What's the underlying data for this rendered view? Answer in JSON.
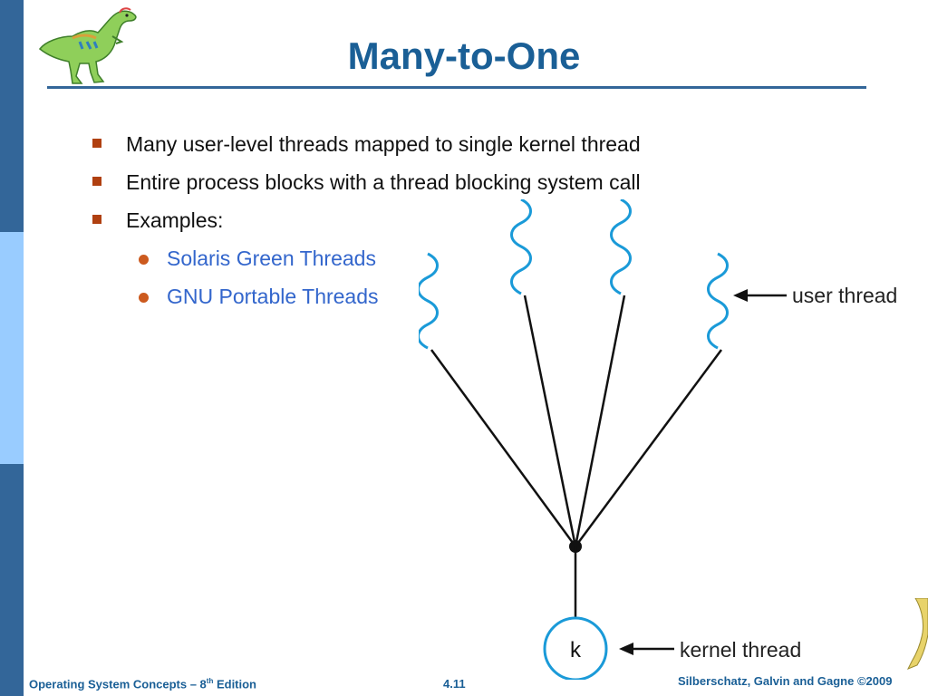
{
  "slide": {
    "title": "Many-to-One",
    "bullets": [
      "Many user-level threads mapped to single kernel thread",
      "Entire process blocks with a thread blocking system call",
      "Examples:"
    ],
    "examples": [
      "Solaris Green Threads",
      "GNU Portable Threads"
    ]
  },
  "diagram": {
    "user_thread_label": "user thread",
    "kernel_thread_label": "kernel thread",
    "kernel_node_label": "k",
    "user_thread_count": 4
  },
  "footer": {
    "book": "Operating System Concepts – 8",
    "book_sup": "th",
    "book_suffix": " Edition",
    "page": "4.11",
    "copyright": "Silberschatz, Galvin and Gagne ©2009"
  },
  "colors": {
    "sidebar_dark": "#336699",
    "sidebar_light": "#99ccff",
    "title": "#1a5f96",
    "bullet_square": "#b04010",
    "example_text": "#3366cc",
    "wave": "#1a9ad8"
  },
  "icons": {
    "logo": "dinosaur-logo-icon"
  }
}
